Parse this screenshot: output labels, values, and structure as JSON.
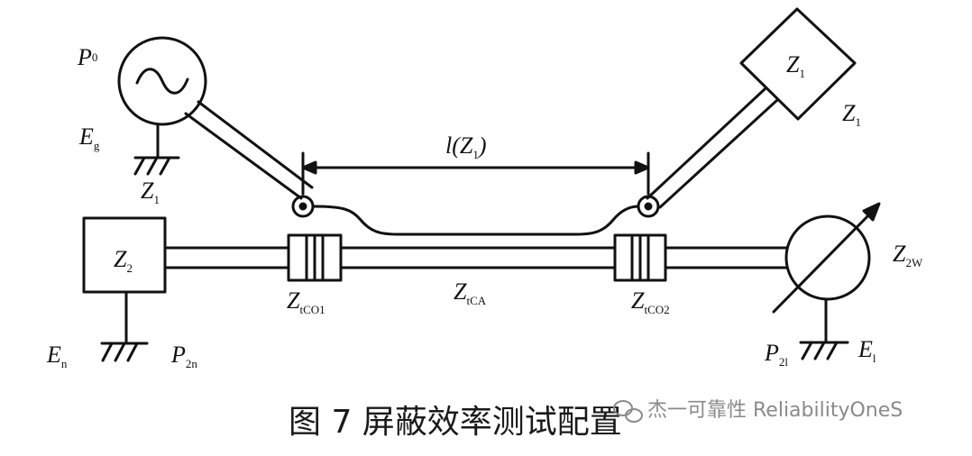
{
  "labels": {
    "p0": "P",
    "p0_sub": "0",
    "eg": "E",
    "eg_sub": "g",
    "ground_z1": "Z",
    "ground_z1_sub": "1",
    "load_z1_box": "Z",
    "load_z1_box_sub": "1",
    "load_z1_side": "Z",
    "load_z1_side_sub": "1",
    "length": "l(Z",
    "length_sub": "1",
    "length_close": ")",
    "z2_box": "Z",
    "z2_box_sub": "2",
    "z2w": "Z",
    "z2w_sub": "2W",
    "en": "E",
    "en_sub": "n",
    "p2n": "P",
    "p2n_sub": "2n",
    "ztco1": "Z",
    "ztco1_sub": "tCO1",
    "ztca": "Z",
    "ztca_sub": "tCA",
    "ztco2": "Z",
    "ztco2_sub": "tCO2",
    "p2l": "P",
    "p2l_sub": "2l",
    "el": "E",
    "el_sub": "l"
  },
  "caption": "图 7  屏蔽效率测试配置",
  "watermark": "杰一可靠性 ReliabilityOneS",
  "watermark_icon": "wechat-icon",
  "colors": {
    "ink": "#111111",
    "watermark": "#8a8a8a"
  }
}
